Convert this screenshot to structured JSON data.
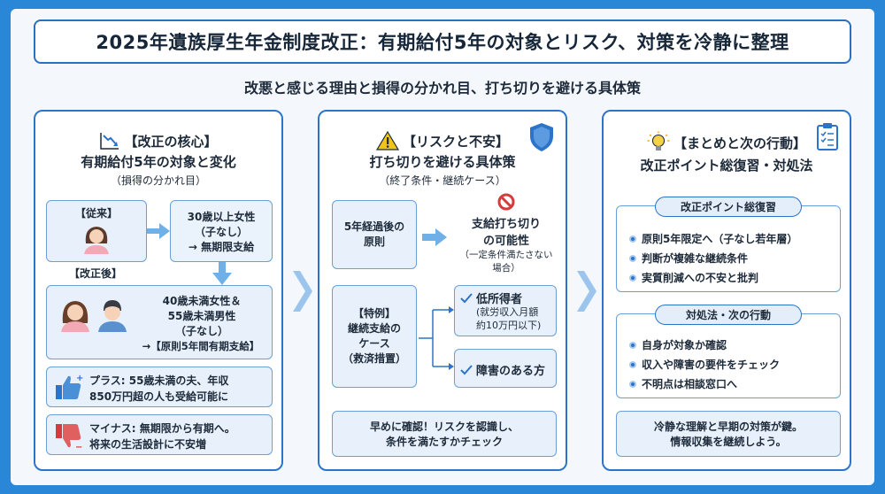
{
  "header": {
    "title": "2025年遺族厚生年金制度改正：有期給付5年の対象とリスク、対策を冷静に整理",
    "subtitle": "改悪と感じる理由と損得の分かれ目、打ち切りを避ける具体策"
  },
  "col1": {
    "head1": "【改正の核心】",
    "head2": "有期給付5年の対象と変化",
    "head3": "（損得の分かれ目）",
    "before_label": "【従来】",
    "before_line1": "30歳以上女性",
    "before_line2": "（子なし）",
    "before_line3": "→ 無期限支給",
    "after_label": "【改正後】",
    "after_line1": "40歳未満女性＆",
    "after_line2": "55歳未満男性",
    "after_line3": "（子なし）",
    "after_line4": "→【原則5年間有期支給】",
    "plus_line1": "プラス: 55歳未満の夫、年収",
    "plus_line2": "850万円超の人も受給可能に",
    "minus_line1": "マイナス: 無期限から有期へ。",
    "minus_line2": "将来の生活設計に不安増"
  },
  "col2": {
    "head1": "【リスクと不安】",
    "head2": "打ち切りを避ける具体策",
    "head3": "（終了条件・継続ケース）",
    "principle_line1": "5年経過後の",
    "principle_line2": "原則",
    "stop_line1": "支給打ち切り",
    "stop_line2": "の可能性",
    "stop_line3": "（一定条件満たさない",
    "stop_line4": "場合）",
    "special_line1": "【特例】",
    "special_line2": "継続支給の",
    "special_line3": "ケース",
    "special_line4": "（救済措置）",
    "case1_title": "低所得者",
    "case1_line1": "(就労収入月額",
    "case1_line2": "約10万円以下)",
    "case2_title": "障害のある方",
    "footer_line1": "早めに確認！リスクを認識し、",
    "footer_line2": "条件を満たすかチェック"
  },
  "col3": {
    "head1": "【まとめと次の行動】",
    "head2": "改正ポイント総復習・対処法",
    "review_title": "改正ポイント総復習",
    "review_items": [
      "原則5年限定へ（子なし若年層）",
      "判断が複雑な継続条件",
      "実質削減への不安と批判"
    ],
    "action_title": "対処法・次の行動",
    "action_items": [
      "自身が対象か確認",
      "収入や障害の要件をチェック",
      "不明点は相談窓口へ"
    ],
    "footer_line1": "冷静な理解と早期の対策が鍵。",
    "footer_line2": "情報収集を継続しよう。"
  },
  "colors": {
    "accent": "#2c74c9",
    "box_fill": "#e8f1fb",
    "warning": "#f2c318",
    "stop": "#d63a3a"
  }
}
